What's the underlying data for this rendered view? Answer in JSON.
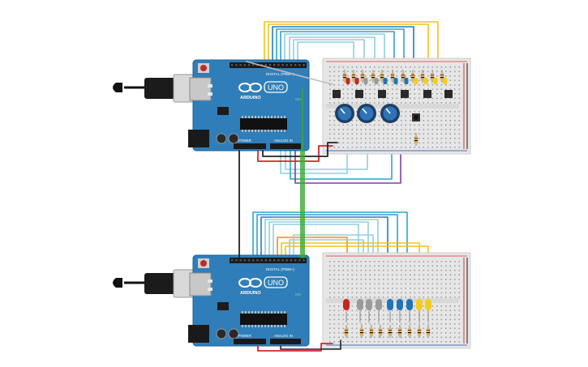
{
  "boards": {
    "upper": {
      "logo": "ARDUINO",
      "model": "UNO",
      "digital_label": "DIGITAL (PWM~)",
      "power_label": "POWER",
      "analog_label": "ANALOG IN",
      "on_label": "ON"
    },
    "lower": {
      "logo": "ARDUINO",
      "model": "UNO",
      "digital_label": "DIGITAL (PWM~)",
      "power_label": "POWER",
      "analog_label": "ANALOG IN",
      "on_label": "ON"
    }
  },
  "colors": {
    "board": "#2f7eb9",
    "breadboard": "#e6e6e6",
    "wire_yellow": "#f3c21b",
    "wire_blue": "#1e7fc3",
    "wire_teal": "#2fa3c8",
    "wire_lightblue": "#8fcfe0",
    "wire_red": "#d9232d",
    "wire_black": "#222222",
    "wire_green": "#3aa935",
    "wire_purple": "#7b3fa0",
    "wire_orange": "#f08c1e",
    "led_red": "#c8261d",
    "led_white": "#9a9a9a",
    "led_blue": "#1f74b8",
    "led_yellow": "#f3cd1b"
  },
  "components": {
    "upper_potentiometers": 3,
    "upper_button": 1,
    "lower_leds": [
      "red",
      "white",
      "white",
      "white",
      "blue",
      "blue",
      "blue",
      "yellow",
      "yellow"
    ]
  }
}
